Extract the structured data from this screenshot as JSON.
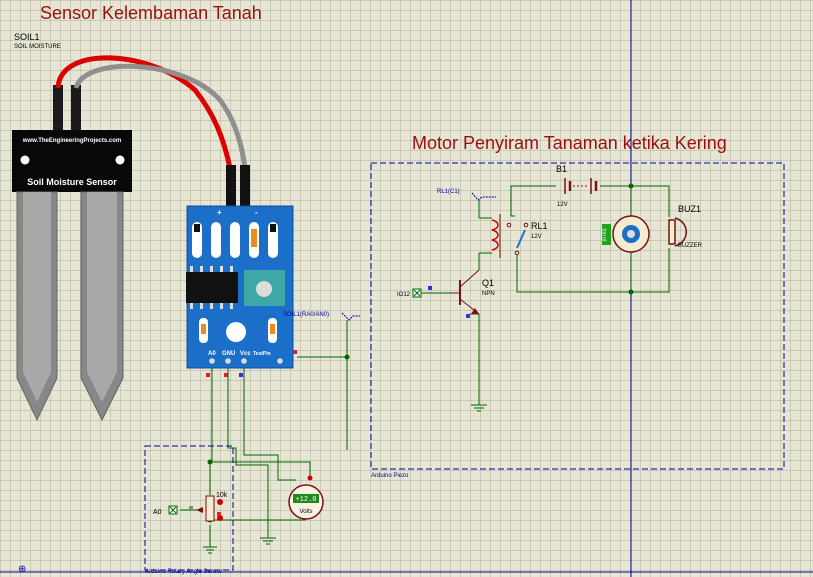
{
  "titles": {
    "sensor_title": "Sensor Kelembaman Tanah",
    "motor_title": "Motor Penyiram Tanaman ketika Kering"
  },
  "soil_probe": {
    "ref": "SOIL1",
    "sub": "SOIL MOISTURE",
    "site": "www.TheEngineeringProjects.com",
    "name": "Soil Moisture Sensor"
  },
  "module": {
    "plus": "+",
    "minus": "-",
    "pin_a0": "A0",
    "pin_gnd": "GNU",
    "pin_vcc": "Vcc",
    "pin_test": "TestPin"
  },
  "net_labels": {
    "soil1": "SOIL1(RA0/AN0)",
    "rl1c1": "RL1(C1)",
    "io12": "IO12",
    "a0": "A0"
  },
  "components": {
    "b1": "B1",
    "b1_val": "12V",
    "rl1": "RL1",
    "rl1_val": "12V",
    "q1": "Q1",
    "q1_type": "NPN",
    "buz1": "BUZ1",
    "buz1_type": "BUZZER",
    "motor_box": "(0.00)",
    "pot_val": "10k",
    "volt_display": "+12.0",
    "volt_unit": "Volts"
  },
  "subcircuits": {
    "piezo": "Arduino Piezo",
    "rotary": "Arduino Rotary Angle Sensor"
  },
  "colors": {
    "wire": "#006600",
    "dash": "#000099",
    "module": "#1c6fc9",
    "title": "#9a1010"
  }
}
